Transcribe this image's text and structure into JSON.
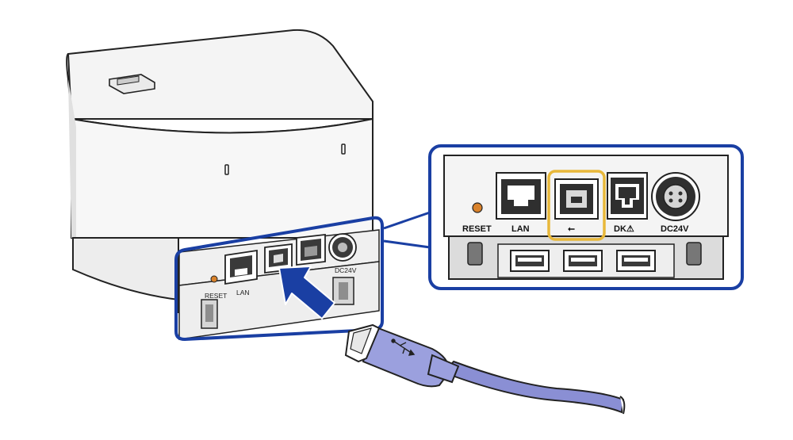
{
  "printer": {
    "port_labels": {
      "reset": "RESET",
      "lan": "LAN",
      "dc24v": "DC24V"
    }
  },
  "callout": {
    "port_labels": {
      "reset": "RESET",
      "lan": "LAN",
      "usb_symbol": "⭠",
      "dk": "DK⚠",
      "dc24v": "DC24V"
    },
    "highlighted_port": "usb-b",
    "highlight_color": "#e8b83a"
  },
  "colors": {
    "callout_border": "#1a3fa3",
    "arrow": "#1a3fa3",
    "reset_led": "#d9822b",
    "cable": "#8a8fd4"
  }
}
